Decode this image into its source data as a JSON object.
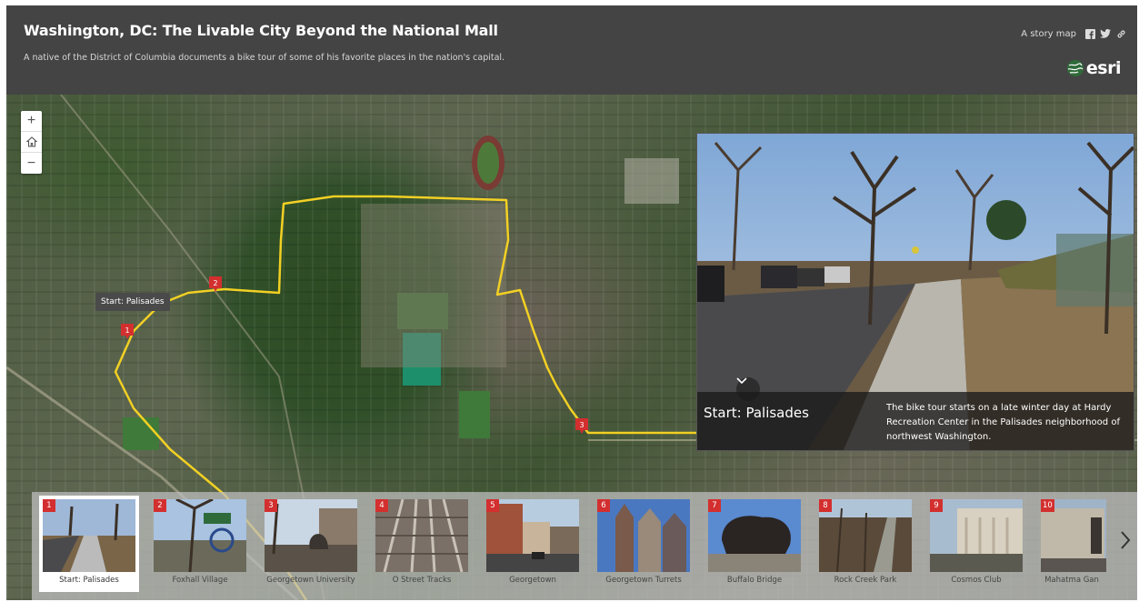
{
  "header": {
    "title": "Washington, DC: The Livable City Beyond the National Mall",
    "subtitle": "A native of the District of Columbia documents a bike tour of some of his favorite places in the nation's capital.",
    "tagline": "A story map",
    "logo_text": "esri",
    "share_icons": [
      "facebook-icon",
      "twitter-icon",
      "link-icon"
    ]
  },
  "map": {
    "zoom_in": "+",
    "zoom_out": "−",
    "tooltip": "Start: Palisades",
    "route_color": "#f2d024",
    "marker_labels": [
      "1",
      "2",
      "3"
    ]
  },
  "panel": {
    "title": "Start: Palisades",
    "description": "The bike tour starts on a late winter day at Hardy Recreation Center in the Palisades neighborhood of northwest Washington."
  },
  "carousel": {
    "items": [
      {
        "number": "1",
        "label": "Start: Palisades"
      },
      {
        "number": "2",
        "label": "Foxhall Village"
      },
      {
        "number": "3",
        "label": "Georgetown University"
      },
      {
        "number": "4",
        "label": "O Street Tracks"
      },
      {
        "number": "5",
        "label": "Georgetown"
      },
      {
        "number": "6",
        "label": "Georgetown Turrets"
      },
      {
        "number": "7",
        "label": "Buffalo Bridge"
      },
      {
        "number": "8",
        "label": "Rock Creek Park"
      },
      {
        "number": "9",
        "label": "Cosmos Club"
      },
      {
        "number": "10",
        "label": "Mahatma Gan"
      }
    ]
  },
  "colors": {
    "header_bg": "#444444",
    "marker": "#d32f2f",
    "accent": "#f2d024"
  }
}
